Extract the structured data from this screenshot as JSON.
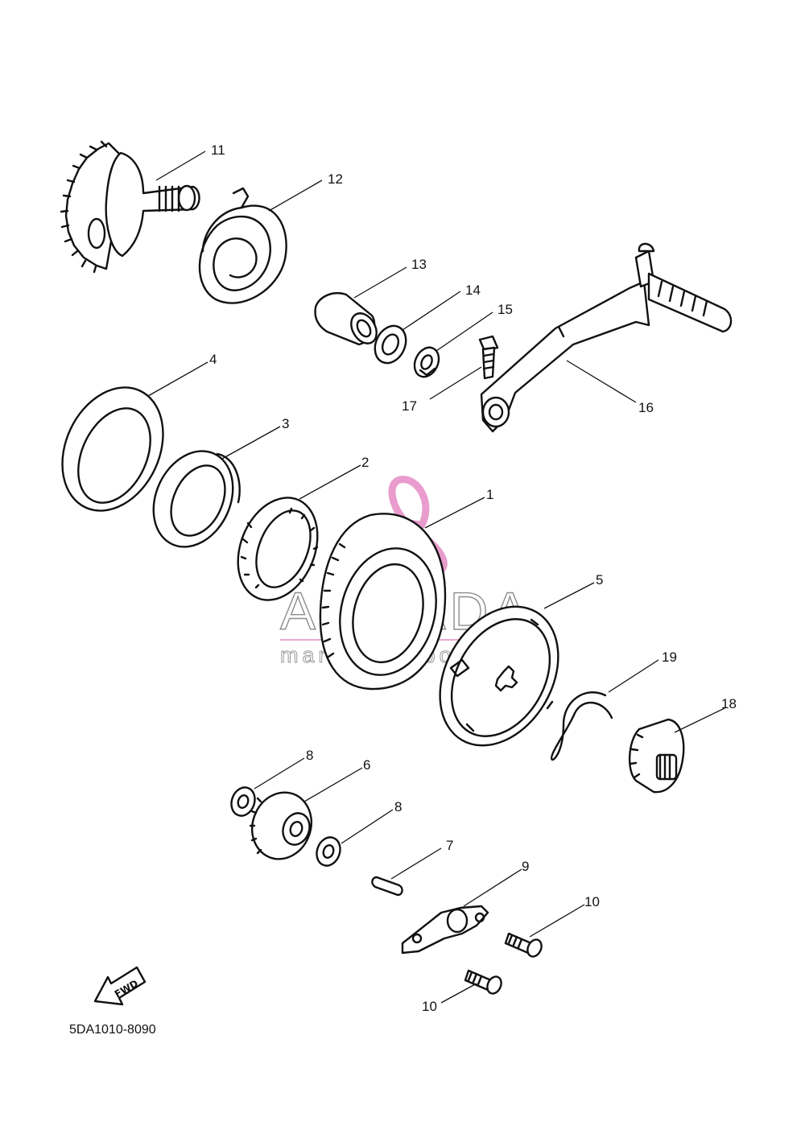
{
  "diagram_code": "5DA1010-8090",
  "fwd_label": "FWD",
  "watermark": {
    "brand": "ARMADA",
    "tagline": "marine outboards",
    "accent_color": "#e58bc4",
    "logo_icon": "propeller-icon"
  },
  "callouts": {
    "c1": "1",
    "c2": "2",
    "c3": "3",
    "c4": "4",
    "c5": "5",
    "c6": "6",
    "c7": "7",
    "c8a": "8",
    "c8b": "8",
    "c9": "9",
    "c10a": "10",
    "c10b": "10",
    "c11": "11",
    "c12": "12",
    "c13": "13",
    "c14": "14",
    "c15": "15",
    "c16": "16",
    "c17": "17",
    "c18": "18",
    "c19": "19"
  }
}
